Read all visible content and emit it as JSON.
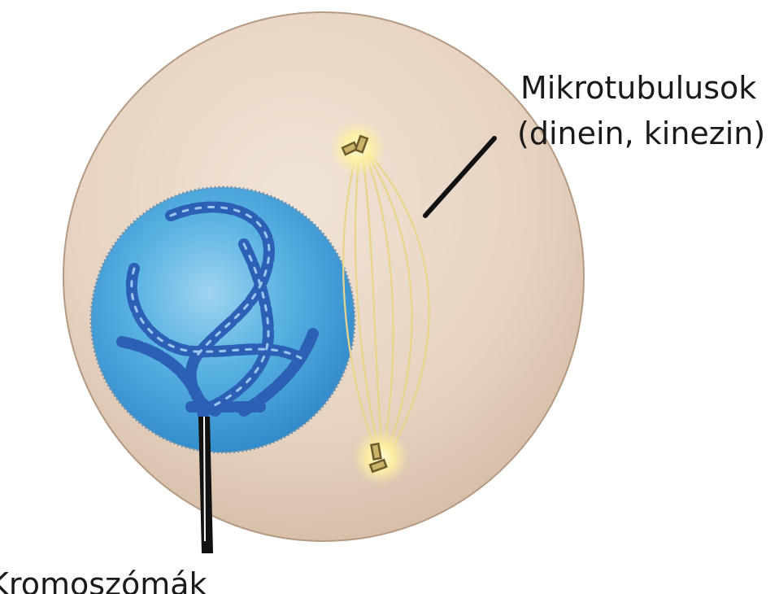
{
  "labels": {
    "microtubules": "Mikrotubulusok",
    "microtubules_detail": "(dinein, kinezin)",
    "chromosomes": "Kromoszómák"
  },
  "colors": {
    "cytoplasm": "#e6d2c0",
    "nucleus": "#4aa6d8",
    "chromosome": "#2c5fb6",
    "spindle_fiber": "#e8d58a",
    "centrosome_glow": "#fff3a8",
    "leader_line": "#111111"
  },
  "icons": {
    "centrosome_top": "centrosome-icon",
    "centrosome_bottom": "centrosome-icon"
  }
}
